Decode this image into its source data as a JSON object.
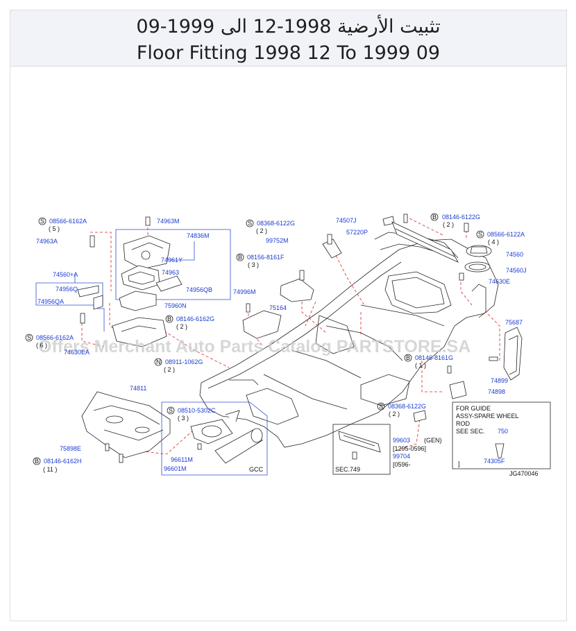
{
  "header": {
    "title_ar": "تثبيت الأرضية 1998-12 الى 1999-09",
    "title_en": "Floor Fitting 1998 12 To 1999 09"
  },
  "watermark": "Offers Merchant Auto Parts Catalog PARTSTORE.SA",
  "diagram_code": "JG470046",
  "callouts": {
    "c1": {
      "marker": "S",
      "part": "08566-6162A",
      "qty": "( 5 )"
    },
    "c2": {
      "marker": "S",
      "part": "08368-6122G",
      "qty": "( 2 )"
    },
    "c3": {
      "marker": "B",
      "part": "08146-6122G",
      "qty": "( 2 )"
    },
    "c4": {
      "marker": "S",
      "part": "08566-6122A",
      "qty": "( 4 )"
    },
    "c5": {
      "marker": "B",
      "part": "08156-8161F",
      "qty": "( 3 )"
    },
    "c6": {
      "marker": "B",
      "part": "08146-6162G",
      "qty": "( 2 )"
    },
    "c7": {
      "marker": "S",
      "part": "08566-6162A",
      "qty": "( 6 )"
    },
    "c8": {
      "marker": "N",
      "part": "08911-1062G",
      "qty": "( 2 )"
    },
    "c9": {
      "marker": "B",
      "part": "08146-8161G",
      "qty": "( 1 )"
    },
    "c10": {
      "marker": "S",
      "part": "08510-5302C",
      "qty": "( 3 )"
    },
    "c11": {
      "marker": "S",
      "part": "08368-6122G",
      "qty": "( 2 )"
    },
    "c12": {
      "marker": "B",
      "part": "08146-6162H",
      "qty": "( 11 )"
    }
  },
  "parts": {
    "p74963M": "74963M",
    "p74963A": "74963A",
    "p74836M": "74836M",
    "p74961Y": "74961Y",
    "p74963": "74963",
    "p74560A": "74560+A",
    "p74956Q": "74956Q",
    "p74956QA": "74956QA",
    "p74956QB": "74956QB",
    "p75960N": "75960N",
    "p74630EA": "74630EA",
    "p74507J": "74507J",
    "p57220P": "57220P",
    "p99752M": "99752M",
    "p74996M": "74996M",
    "p75164": "75164",
    "p74560": "74560",
    "p74560J": "74560J",
    "p74630E": "74630E",
    "p75687": "75687",
    "p74899": "74899",
    "p74898": "74898",
    "p74811": "74811",
    "p75898E": "75898E",
    "p96611M": "96611M",
    "p96601M": "96601M",
    "p99603": "99603",
    "p99704": "99704",
    "p74305F": "74305F"
  },
  "gcc_label": "GCC",
  "gen_label": "(GEN)",
  "range1": "[1295-0596]",
  "range2": "[0596-",
  "sec749": "SEC.749",
  "guide_note": {
    "line1": "FOR  GUIDE",
    "line2": "ASSY-SPARE  WHEEL",
    "line3": "ROD",
    "line4": "SEE  SEC.",
    "sec_num": "750",
    "close": "]"
  }
}
